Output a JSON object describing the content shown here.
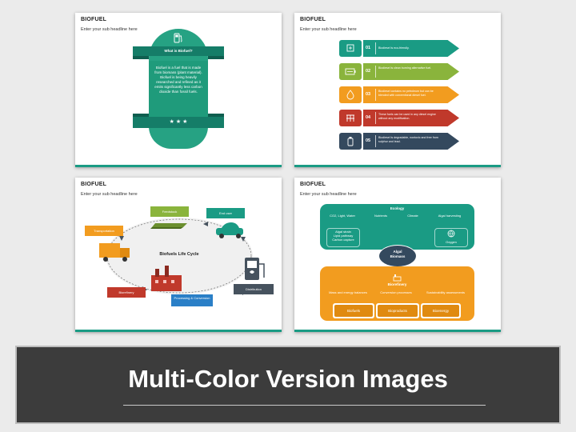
{
  "slides": {
    "s1": {
      "title": "BIOFUEL",
      "subtitle": "Enter your sub headline here",
      "heading": "What is Biofuel?",
      "body": "Biofuel is a fuel that is made from biomass (plant material). Biofuel is being heavily researched and refined as it emits significantly less carbon dioxide than fossil fuels.",
      "stars": "★ ★ ★",
      "icon": "fuel-pump-icon"
    },
    "s2": {
      "title": "BIOFUEL",
      "subtitle": "Enter your sub headline here",
      "items": [
        {
          "num": "01",
          "text": "Biodiesel is eco-friendly.",
          "color": "#1a9b84",
          "icon": "recycle-icon"
        },
        {
          "num": "02",
          "text": "Biodiesel is clean burning alternative fuel.",
          "color": "#8ab43c",
          "icon": "battery-icon"
        },
        {
          "num": "03",
          "text": "Biodiesel contains no petroleum but can be blended with conventional diesel fuel.",
          "color": "#f29c1f",
          "icon": "oil-drop-icon"
        },
        {
          "num": "04",
          "text": "These fuels can be used in any diesel engine without any modification.",
          "color": "#c0392b",
          "icon": "engine-icon"
        },
        {
          "num": "05",
          "text": "Biodiesel is degradable, nontoxic and free from sulphur and lead.",
          "color": "#34495e",
          "icon": "leaf-bottle-icon"
        }
      ]
    },
    "s3": {
      "title": "BIOFUEL",
      "subtitle": "Enter your sub headline here",
      "center": "Biofuels Life Cycle",
      "feedstock": "Feedstock",
      "end_user": "End user",
      "transportation": "Transportation",
      "biorefinery": "Biorefinery",
      "processing": "Processing & Conversion",
      "distribution": "Distribution",
      "colors": {
        "green": "#8ab43c",
        "orange": "#f29c1f",
        "red": "#c0392b",
        "blue": "#2a7fc7",
        "teal": "#1a9b84",
        "slate": "#46525e"
      }
    },
    "s4": {
      "title": "BIOFUEL",
      "subtitle": "Enter your sub headline here",
      "ecology": "Ecology",
      "eco_items": [
        "CO2, Light, Water",
        "Nutrients",
        "Climate",
        "Algal harvesting"
      ],
      "algal_strain": "Algal strain\nLipid pathway\nCarbon capture",
      "oxygen": "Oxygen",
      "algal_biomass": "Algal\nBiomass",
      "biorefinery": "Biorefinery",
      "bio_items": [
        "Mass and energy balances",
        "Conversion processes",
        "Sustainability assessments"
      ],
      "products": [
        "Biofuels",
        "Bioproducts",
        "Bioenergy"
      ]
    }
  },
  "banner": {
    "title": "Multi-Color Version Images"
  }
}
